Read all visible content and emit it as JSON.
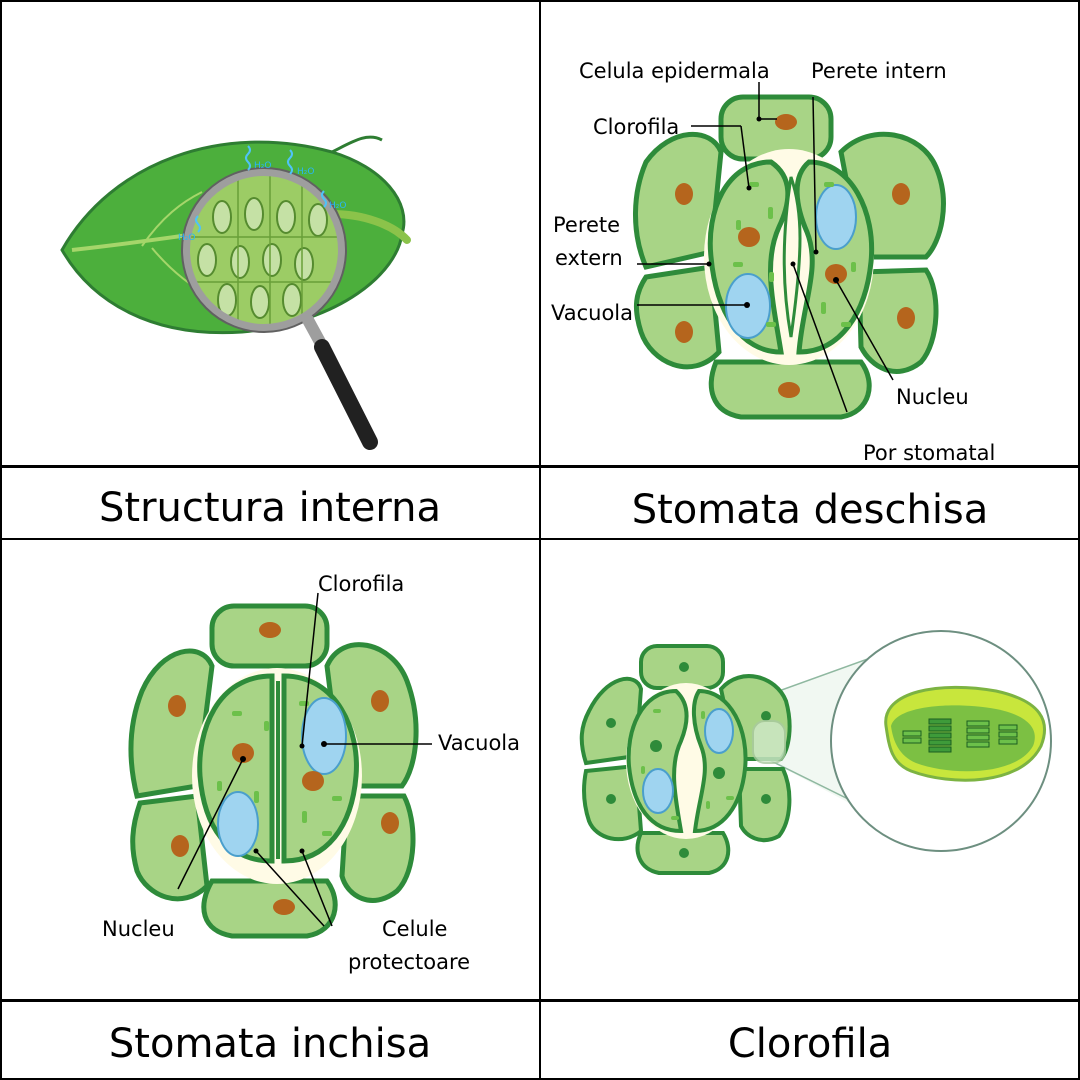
{
  "captions": {
    "structura": "Structura interna",
    "deschisa": "Stomata deschisa",
    "inchisa": "Stomata inchisa",
    "clorofila": "Clorofila"
  },
  "open_labels": {
    "celula_epidermala": "Celula epidermala",
    "perete_intern": "Perete intern",
    "clorofila": "Clorofila",
    "perete_extern_1": "Perete",
    "perete_extern_2": "extern",
    "vacuola": "Vacuola",
    "nucleu": "Nucleu",
    "por_stomatal": "Por stomatal"
  },
  "closed_labels": {
    "clorofila": "Clorofila",
    "vacuola": "Vacuola",
    "nucleu": "Nucleu",
    "celule_1": "Celule",
    "celule_2": "protectoare"
  },
  "leaf_labels": {
    "water": "H₂O"
  },
  "colors": {
    "cell_fill": "#a8d486",
    "cell_stroke": "#2e8b3a",
    "nucleus": "#b5651d",
    "vacuole": "#9fd4f0",
    "leaf": "#4caf3c",
    "chloroplast": "#c8e63c"
  }
}
